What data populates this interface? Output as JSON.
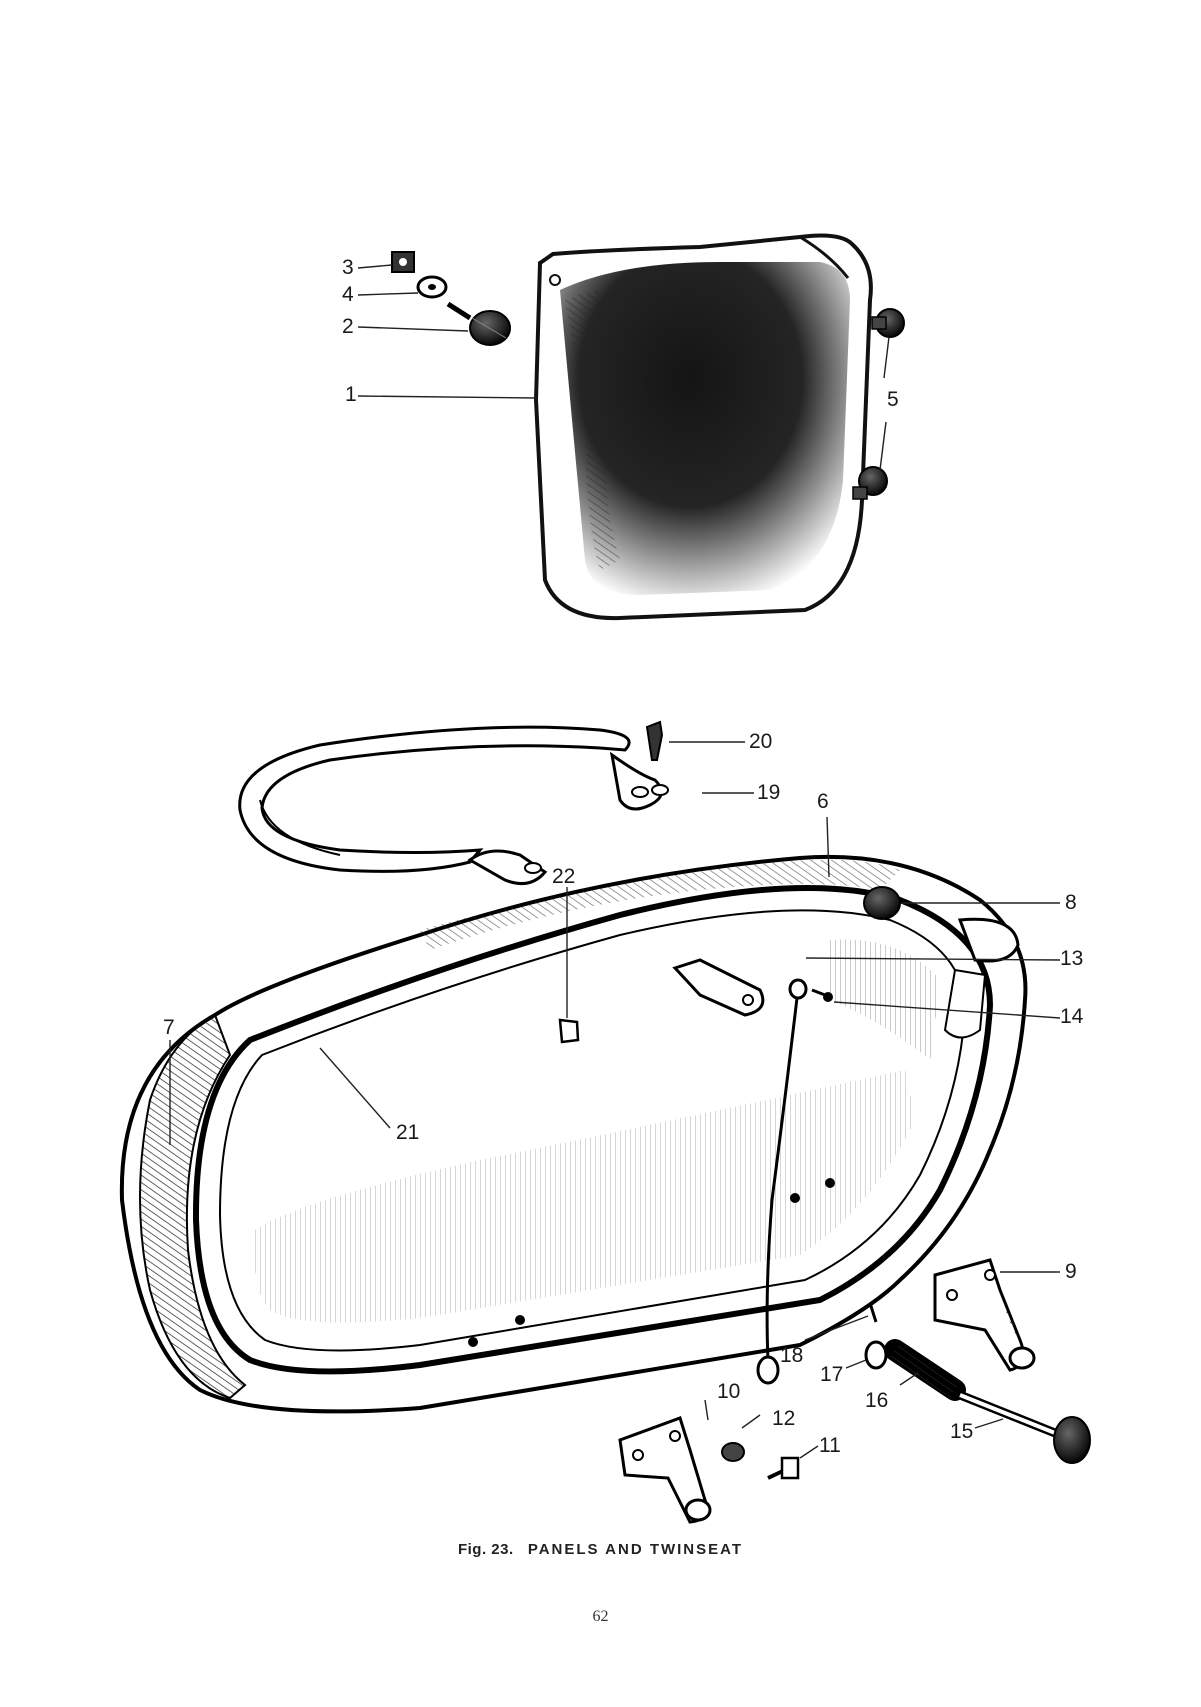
{
  "figure": {
    "caption_prefix": "Fig. 23.",
    "caption_title": "PANELS AND TWINSEAT",
    "page_number": "62"
  },
  "callouts": {
    "c1": "1",
    "c2": "2",
    "c3": "3",
    "c4": "4",
    "c5": "5",
    "c6": "6",
    "c7": "7",
    "c8": "8",
    "c9": "9",
    "c10": "10",
    "c11": "11",
    "c12": "12",
    "c13": "13",
    "c14": "14",
    "c15": "15",
    "c16": "16",
    "c17": "17",
    "c18": "18",
    "c19": "19",
    "c20": "20",
    "c21": "21",
    "c22": "22"
  },
  "colors": {
    "ink": "#1a1a1a",
    "paper": "#ffffff"
  }
}
